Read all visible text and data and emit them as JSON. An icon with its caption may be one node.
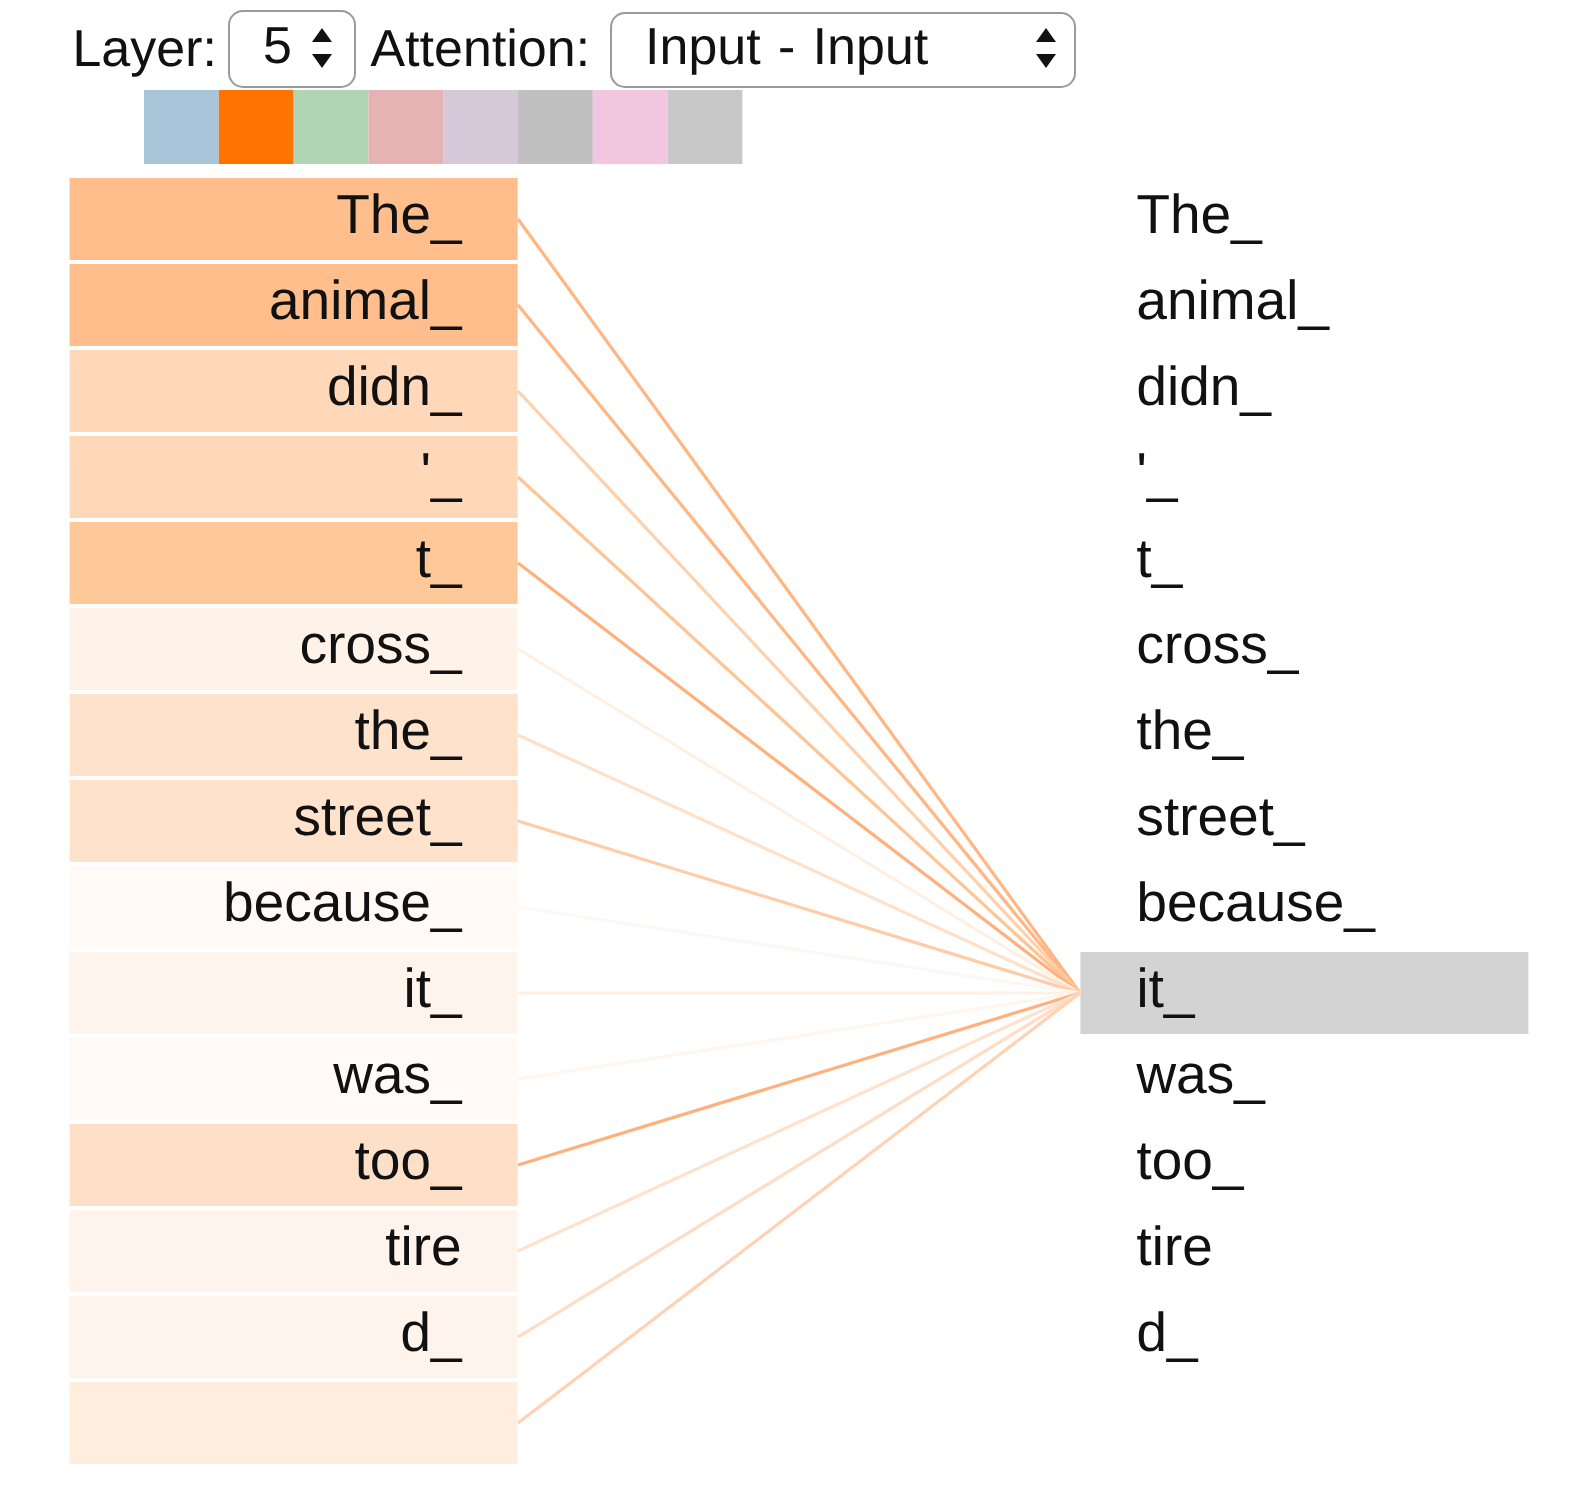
{
  "diagram": {
    "nodes": [
      {
        "text": [
          "5"
        ]
      },
      {
        "text": [
          "Input - Input"
        ]
      },
      {
        "text": [
          "The_"
        ]
      },
      {
        "text": [
          "animal_"
        ]
      },
      {
        "text": [
          "didn_"
        ]
      },
      {
        "text": [
          "'_"
        ]
      },
      {
        "text": [
          "t_"
        ]
      },
      {
        "text": [
          "cross_"
        ]
      },
      {
        "text": [
          "the_"
        ]
      },
      {
        "text": [
          "street_"
        ]
      },
      {
        "text": [
          "because_"
        ]
      },
      {
        "text": [
          "it_"
        ]
      },
      {
        "text": [
          "was_"
        ]
      },
      {
        "text": [
          "too_"
        ]
      },
      {
        "text": [
          "tire"
        ]
      },
      {
        "text": [
          "d_"
        ]
      },
      {
        "text": [],
        "shape": "box"
      },
      {
        "text": [
          "The_"
        ]
      },
      {
        "text": [
          "animal_"
        ]
      },
      {
        "text": [
          "didn_"
        ]
      },
      {
        "text": [
          "'_"
        ]
      },
      {
        "text": [
          "t_"
        ]
      },
      {
        "text": [
          "cross_"
        ]
      },
      {
        "text": [
          "the_"
        ]
      },
      {
        "text": [
          "street_"
        ]
      },
      {
        "text": [
          "because_"
        ]
      },
      {
        "text": [
          "it_"
        ]
      },
      {
        "text": [
          "was_"
        ]
      },
      {
        "text": [
          "too_"
        ]
      },
      {
        "text": [
          "tire"
        ]
      },
      {
        "text": [
          "d_"
        ]
      }
    ],
    "edges": [
      {
        "from": 2,
        "to": 26,
        "arrow": "none",
        "color": "#ffb683"
      },
      {
        "from": 3,
        "to": 26,
        "arrow": "none",
        "color": "#ffb683"
      },
      {
        "from": 4,
        "to": 26,
        "arrow": "none",
        "color": "#ffd0aa"
      },
      {
        "from": 5,
        "to": 26,
        "arrow": "none",
        "color": "#ffc494"
      },
      {
        "from": 6,
        "to": 26,
        "arrow": "none",
        "color": "#ffb07c"
      },
      {
        "from": 7,
        "to": 26,
        "arrow": "none",
        "color": "#fff0e4"
      },
      {
        "from": 8,
        "to": 26,
        "arrow": "none",
        "color": "#ffe0c8"
      },
      {
        "from": 9,
        "to": 26,
        "arrow": "none",
        "color": "#ffcca8"
      },
      {
        "from": 10,
        "to": 26,
        "arrow": "none",
        "color": "#fff8f2"
      },
      {
        "from": 11,
        "to": 26,
        "arrow": "none",
        "color": "#fff0e6"
      },
      {
        "from": 12,
        "to": 26,
        "arrow": "none",
        "color": "#fff6ef"
      },
      {
        "from": 13,
        "to": 26,
        "arrow": "none",
        "color": "#ffb07c"
      },
      {
        "from": 14,
        "to": 26,
        "arrow": "none",
        "color": "#ffe2ce"
      },
      {
        "from": 15,
        "to": 26,
        "arrow": "none",
        "color": "#ffdcc4"
      },
      {
        "from": 16,
        "to": 26,
        "arrow": "none",
        "color": "#ffd2b4"
      }
    ],
    "labels": [
      "Layer:",
      "Attention:"
    ]
  }
}
